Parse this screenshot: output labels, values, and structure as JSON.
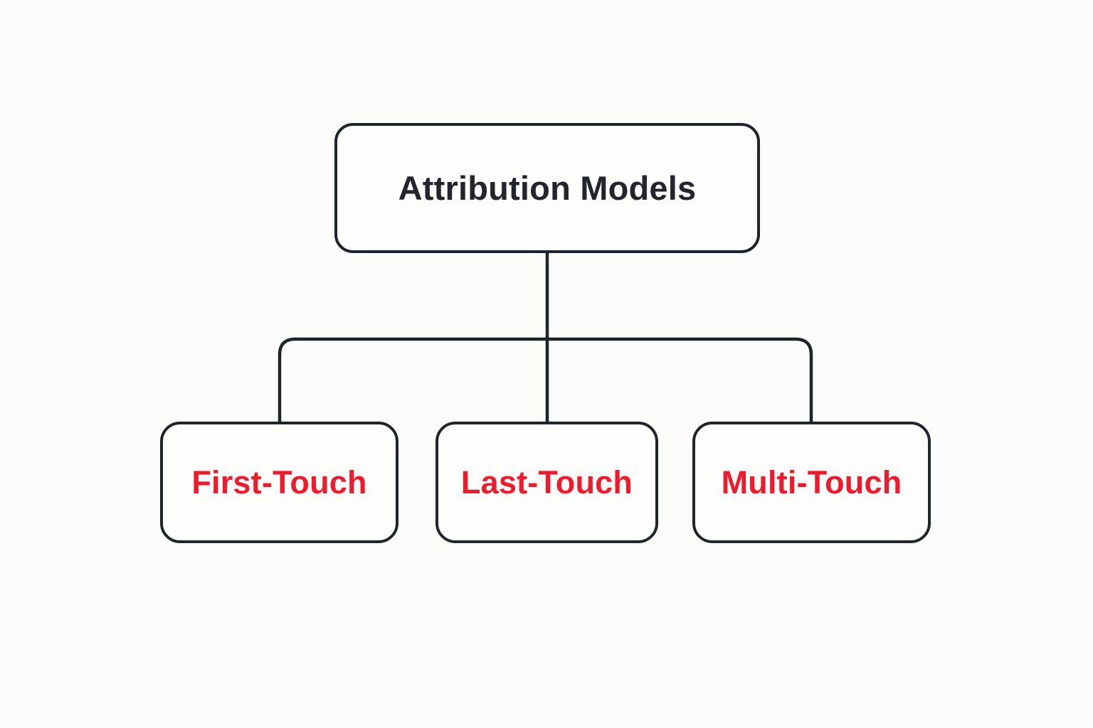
{
  "diagram": {
    "type": "tree-flowchart",
    "title": "Attribution Models",
    "root": {
      "label": "Attribution Models"
    },
    "children": [
      {
        "label": "First-Touch"
      },
      {
        "label": "Last-Touch"
      },
      {
        "label": "Multi-Touch"
      }
    ],
    "edges": [
      {
        "from": "Attribution Models",
        "to": "First-Touch"
      },
      {
        "from": "Attribution Models",
        "to": "Last-Touch"
      },
      {
        "from": "Attribution Models",
        "to": "Multi-Touch"
      }
    ]
  },
  "colors": {
    "background": "#fbfbf9",
    "box-fill": "#fdfdfb",
    "line": "#20242b",
    "root-text": "#22252c",
    "child-text": "#ee1b2c"
  }
}
